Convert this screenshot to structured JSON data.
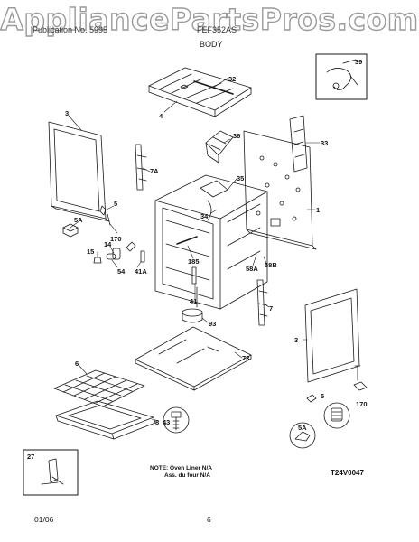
{
  "header": {
    "watermark": "AppliancePartsPros.com",
    "publication": "Publication No. 5995",
    "model": "FEF352AS",
    "section_title": "BODY"
  },
  "callouts": {
    "c39": "39",
    "c32": "32",
    "c4": "4",
    "c3a": "3",
    "c36": "36",
    "c33": "33",
    "c7a": "7A",
    "c35": "35",
    "c1": "1",
    "c5a": "5",
    "c5aa": "5A",
    "c34": "34",
    "c170a": "170",
    "c14": "14",
    "c15": "15",
    "c54": "54",
    "c185": "185",
    "c41a": "41A",
    "c58a": "58A",
    "c58b": "58B",
    "c41": "41",
    "c7": "7",
    "c93": "93",
    "c3b": "3",
    "c73": "73",
    "c6": "6",
    "c8": "8",
    "c43": "43",
    "c5b": "5",
    "c5ab": "5A",
    "c170b": "170",
    "c27": "27"
  },
  "note": {
    "line1": "NOTE: Oven Liner N/A",
    "line2": "Ass. du four N/A"
  },
  "diagram_code": "T24V0047",
  "footer": {
    "date": "01/06",
    "page": "6"
  }
}
